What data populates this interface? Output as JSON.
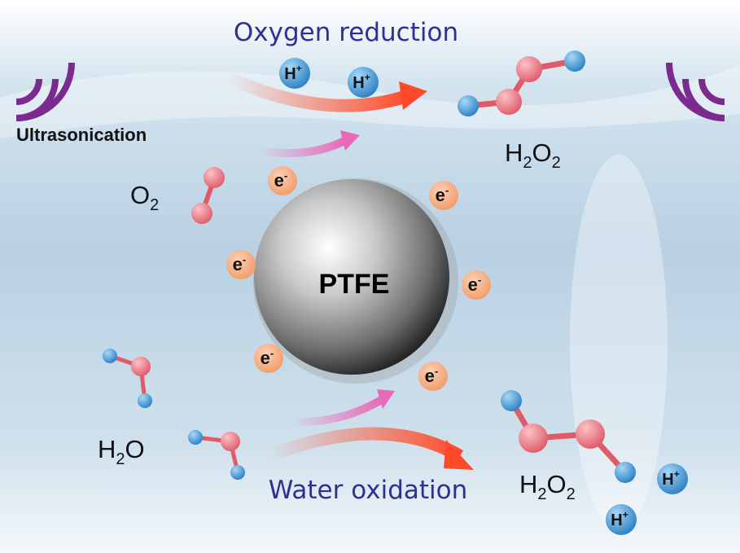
{
  "diagram": {
    "top_title": "Oxygen reduction",
    "bottom_title": "Water oxidation",
    "ultrasonication_label": "Ultrasonication",
    "catalyst_label": "PTFE",
    "electron": {
      "base": "e",
      "sup": "-"
    },
    "proton": {
      "base": "H",
      "sup": "+"
    },
    "o2": {
      "base": "O",
      "sub": "2"
    },
    "h2o": {
      "a": "H",
      "sub": "2",
      "b": "O"
    },
    "h2o2": {
      "a": "H",
      "sub1": "2",
      "b": "O",
      "sub2": "2"
    }
  },
  "colors": {
    "title": "#2e3192",
    "wave": "#7b2a8f",
    "electron": "#f5a97a",
    "proton": "#3d9ad8",
    "oxygen_atom": "#ef7b85",
    "hydrogen_atom": "#4a9fd8",
    "arrow_orange": "#ff5a36",
    "arrow_pink": "#e968b8"
  }
}
